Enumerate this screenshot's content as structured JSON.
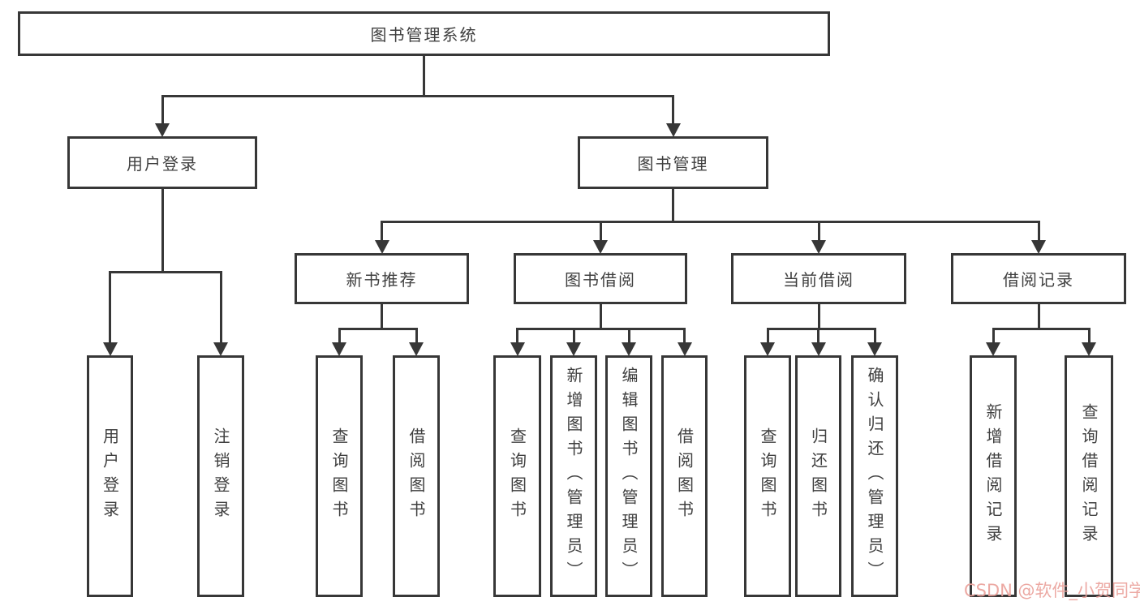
{
  "diagram": {
    "title": "图书管理系统",
    "line_color": "#373737",
    "nodes": [
      {
        "id": "root",
        "label": "图书管理系统",
        "orientation": "h"
      },
      {
        "id": "user-login",
        "label": "用户登录",
        "orientation": "h"
      },
      {
        "id": "book-mgmt",
        "label": "图书管理",
        "orientation": "h"
      },
      {
        "id": "new-book-rec",
        "label": "新书推荐",
        "orientation": "h"
      },
      {
        "id": "book-borrow",
        "label": "图书借阅",
        "orientation": "h"
      },
      {
        "id": "current-borrow",
        "label": "当前借阅",
        "orientation": "h"
      },
      {
        "id": "borrow-records",
        "label": "借阅记录",
        "orientation": "h"
      },
      {
        "id": "leaf-user-login",
        "label": "用户登录",
        "orientation": "v"
      },
      {
        "id": "leaf-logout",
        "label": "注销登录",
        "orientation": "v"
      },
      {
        "id": "leaf-query-book-nbr",
        "label": "查询图书",
        "orientation": "v"
      },
      {
        "id": "leaf-borrow-book-nbr",
        "label": "借阅图书",
        "orientation": "v"
      },
      {
        "id": "leaf-query-book-bb",
        "label": "查询图书",
        "orientation": "v"
      },
      {
        "id": "leaf-add-book",
        "label": "新增图书（管理员）",
        "orientation": "v"
      },
      {
        "id": "leaf-edit-book",
        "label": "编辑图书（管理员）",
        "orientation": "v"
      },
      {
        "id": "leaf-borrow-book-bb",
        "label": "借阅图书",
        "orientation": "v"
      },
      {
        "id": "leaf-query-book-cb",
        "label": "查询图书",
        "orientation": "v"
      },
      {
        "id": "leaf-return-book",
        "label": "归还图书",
        "orientation": "v"
      },
      {
        "id": "leaf-confirm-return",
        "label": "确认归还（管理员）",
        "orientation": "v"
      },
      {
        "id": "leaf-add-borrow-record",
        "label": "新增借阅记录",
        "orientation": "v"
      },
      {
        "id": "leaf-query-borrow-record",
        "label": "查询借阅记录",
        "orientation": "v"
      }
    ],
    "edges": [
      {
        "parent": "root",
        "children": [
          "user-login",
          "book-mgmt"
        ]
      },
      {
        "parent": "user-login",
        "children": [
          "leaf-user-login",
          "leaf-logout"
        ]
      },
      {
        "parent": "book-mgmt",
        "children": [
          "new-book-rec",
          "book-borrow",
          "current-borrow",
          "borrow-records"
        ]
      },
      {
        "parent": "new-book-rec",
        "children": [
          "leaf-query-book-nbr",
          "leaf-borrow-book-nbr"
        ]
      },
      {
        "parent": "book-borrow",
        "children": [
          "leaf-query-book-bb",
          "leaf-add-book",
          "leaf-edit-book",
          "leaf-borrow-book-bb"
        ]
      },
      {
        "parent": "current-borrow",
        "children": [
          "leaf-query-book-cb",
          "leaf-return-book",
          "leaf-confirm-return"
        ]
      },
      {
        "parent": "borrow-records",
        "children": [
          "leaf-add-borrow-record",
          "leaf-query-borrow-record"
        ]
      }
    ]
  },
  "watermark": {
    "text": "CSDN @软件_小贺同学",
    "color": "#eba29c"
  }
}
